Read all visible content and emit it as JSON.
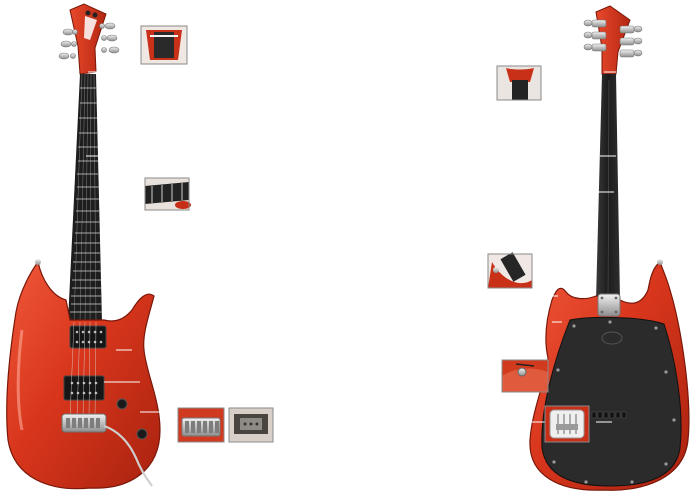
{
  "colors": {
    "background": "#ffffff",
    "body_red": "#d8361c",
    "body_red_dark": "#9e1f0e",
    "body_highlight": "#f26a48",
    "fretboard": "#1e1e1e",
    "fret_wire": "#b8b8b8",
    "hardware_chrome": "#c9c9c9",
    "pickup_black": "#161616",
    "back_plate": "#2b2b2b",
    "callout_line": "#ffffff"
  },
  "front_guitar": {
    "neck_callouts": 2,
    "body_callouts": 2
  },
  "back_guitar": {
    "neck_callouts": 2,
    "body_callouts": 3
  },
  "detail_thumbnails": [
    {
      "subject": "front-headstock-nut-detail"
    },
    {
      "subject": "front-fretboard-detail"
    },
    {
      "subject": "front-bridge-detail"
    },
    {
      "subject": "front-pickup-detail"
    },
    {
      "subject": "back-neck-heel-detail"
    },
    {
      "subject": "back-neck-joint-detail"
    },
    {
      "subject": "back-output-jack-detail"
    },
    {
      "subject": "back-tremolo-cavity-detail"
    }
  ]
}
